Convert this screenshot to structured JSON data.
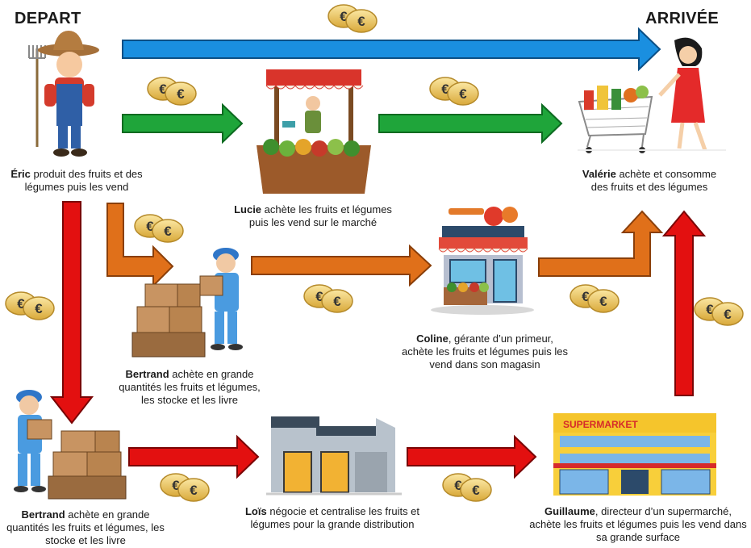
{
  "header": {
    "start": "DEPART",
    "end": "ARRIVÉE"
  },
  "actors": {
    "eric": {
      "name": "Éric",
      "desc": "produit des fruits et des légumes puis les vend"
    },
    "lucie": {
      "name": "Lucie",
      "desc": "achète les fruits et légumes puis les vend sur le marché"
    },
    "valerie": {
      "name": "Valérie",
      "desc": "achète et consomme des fruits et des légumes"
    },
    "bertrand1": {
      "name": "Bertrand",
      "desc": "achète en grande quantités les fruits et légumes, les stocke et les livre"
    },
    "coline": {
      "name": "Coline",
      "desc": ", gérante d’un primeur, achète les fruits et légumes puis les vend dans son magasin"
    },
    "bertrand2": {
      "name": "Bertrand",
      "desc": "achète en grande quantités les fruits et légumes, les stocke et les livre"
    },
    "lois": {
      "name": "Loïs",
      "desc": "négocie et centralise les fruits et légumes pour la grande distribution"
    },
    "guillaume": {
      "name": "Guillaume",
      "desc": ", directeur d’un supermarché, achète les fruits et légumes puis les vend dans sa grande surface"
    }
  },
  "store_sign": "SUPERMARKET",
  "colors": {
    "blue": "#1a8fe0",
    "green": "#1fa53a",
    "orange": "#e0701a",
    "red": "#e31010"
  },
  "icons": [
    "farmer-icon",
    "market-stall-icon",
    "shopper-icon",
    "worker-icon",
    "greengrocer-icon",
    "warehouse-icon",
    "supermarket-icon",
    "coins-icon"
  ]
}
